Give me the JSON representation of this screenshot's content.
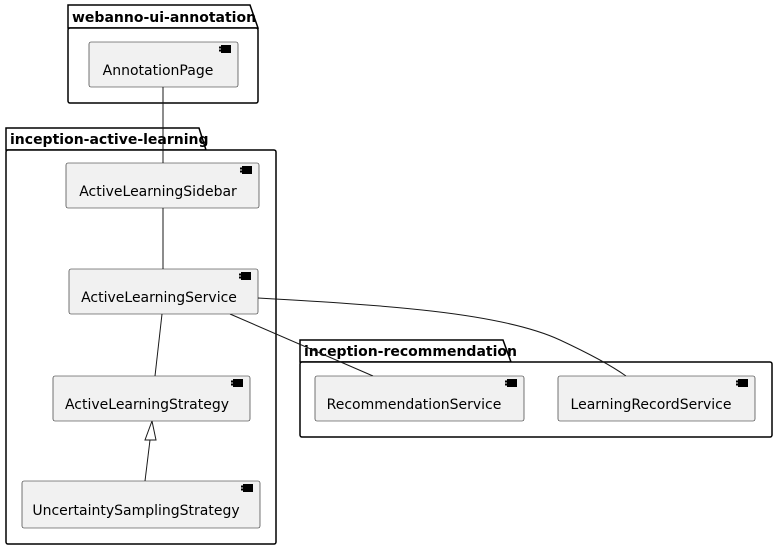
{
  "packages": {
    "webanno": {
      "title": "webanno-ui-annotation"
    },
    "active_learning": {
      "title": "inception-active-learning"
    },
    "recommendation": {
      "title": "inception-recommendation"
    }
  },
  "components": {
    "annotation_page": "AnnotationPage",
    "active_learning_sidebar": "ActiveLearningSidebar",
    "active_learning_service": "ActiveLearningService",
    "active_learning_strategy": "ActiveLearningStrategy",
    "uncertainty_sampling_strategy": "UncertaintySamplingStrategy",
    "recommendation_service": "RecommendationService",
    "learning_record_service": "LearningRecordService"
  }
}
